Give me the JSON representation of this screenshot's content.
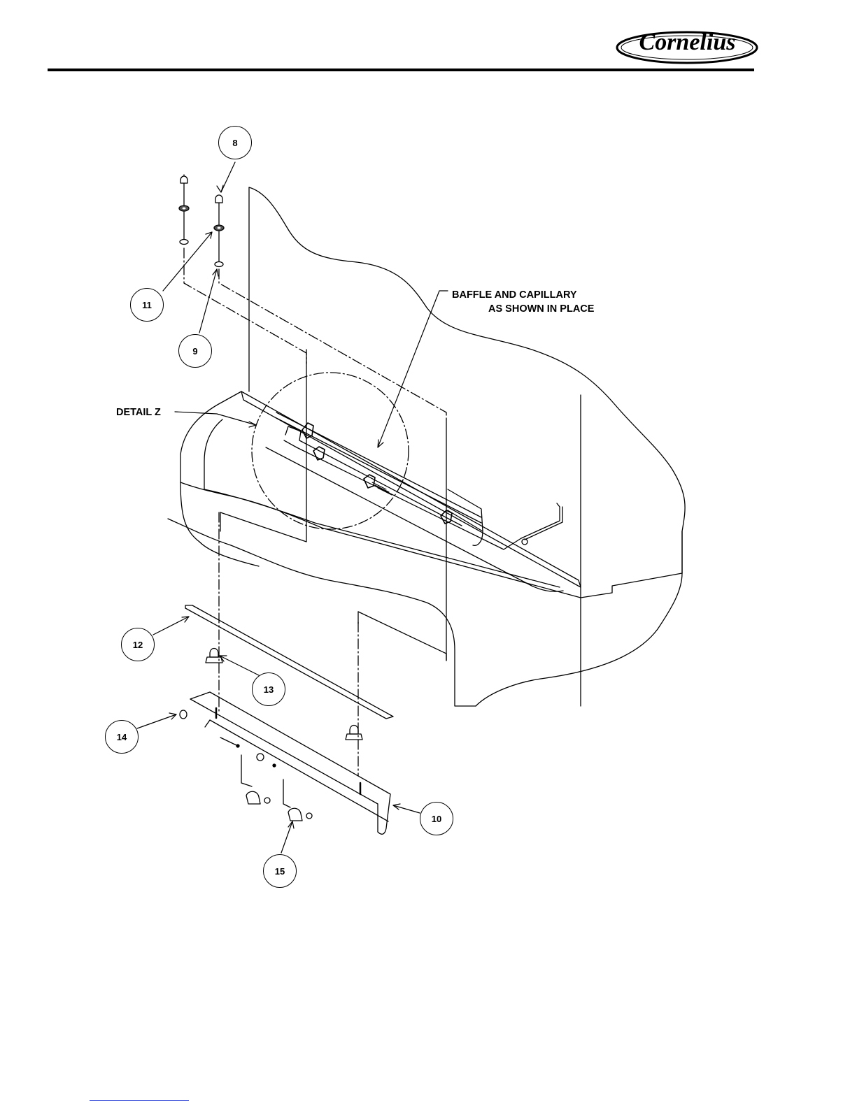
{
  "header": {
    "logo_text": "Cornelius"
  },
  "diagram": {
    "callouts": [
      "8",
      "9",
      "10",
      "11",
      "12",
      "13",
      "14",
      "15"
    ],
    "labels": {
      "baffle_line1": "BAFFLE AND CAPILLARY",
      "baffle_line2": "AS SHOWN IN PLACE",
      "detail": "DETAIL Z"
    }
  }
}
